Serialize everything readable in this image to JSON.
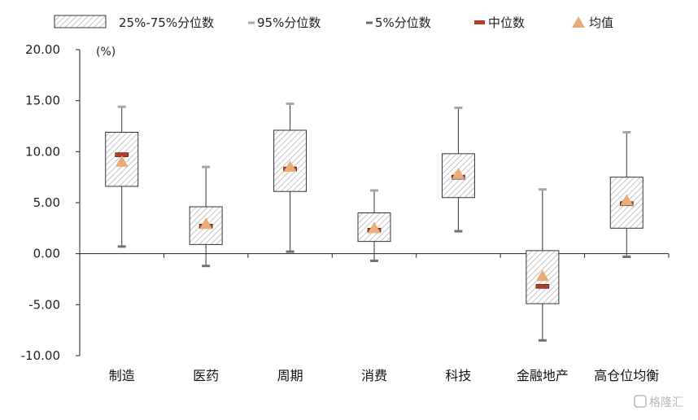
{
  "chart_data": {
    "type": "box",
    "unit": "(%)",
    "ylim": [
      -10,
      20
    ],
    "yticks": [
      20,
      15,
      10,
      5,
      0,
      -5,
      -10
    ],
    "ytick_labels": [
      "20.00",
      "15.00",
      "10.00",
      "5.00",
      "0.00",
      "-5.00",
      "-10.00"
    ],
    "legend": {
      "iqr": "25%-75%分位数",
      "p95": "95%分位数",
      "p5": "5%分位数",
      "median": "中位数",
      "mean": "均值"
    },
    "categories": [
      "制造",
      "医药",
      "周期",
      "消费",
      "科技",
      "金融地产",
      "高仓位均衡"
    ],
    "series": [
      {
        "category": "制造",
        "p5": 0.7,
        "q1": 6.6,
        "median": 9.7,
        "mean": 9.0,
        "q3": 11.9,
        "p95": 14.4
      },
      {
        "category": "医药",
        "p5": -1.2,
        "q1": 0.9,
        "median": 2.7,
        "mean": 2.9,
        "q3": 4.6,
        "p95": 8.5
      },
      {
        "category": "周期",
        "p5": 0.2,
        "q1": 6.1,
        "median": 8.3,
        "mean": 8.5,
        "q3": 12.1,
        "p95": 14.7
      },
      {
        "category": "消费",
        "p5": -0.7,
        "q1": 1.2,
        "median": 2.3,
        "mean": 2.5,
        "q3": 4.0,
        "p95": 6.2
      },
      {
        "category": "科技",
        "p5": 2.2,
        "q1": 5.5,
        "median": 7.5,
        "mean": 7.8,
        "q3": 9.8,
        "p95": 14.3
      },
      {
        "category": "金融地产",
        "p5": -8.5,
        "q1": -4.9,
        "median": -3.2,
        "mean": -2.2,
        "q3": 0.3,
        "p95": 6.3
      },
      {
        "category": "高仓位均衡",
        "p5": -0.3,
        "q1": 2.5,
        "median": 4.9,
        "mean": 5.2,
        "q3": 7.5,
        "p95": 11.9
      }
    ],
    "colors": {
      "median": "#b73a25",
      "mean": "#e9ad7c",
      "p95_marker": "#a6a6a6",
      "p5_marker": "#6f6f6f",
      "box_stroke": "#333333",
      "axis": "#222222"
    }
  },
  "watermark": "格隆汇"
}
